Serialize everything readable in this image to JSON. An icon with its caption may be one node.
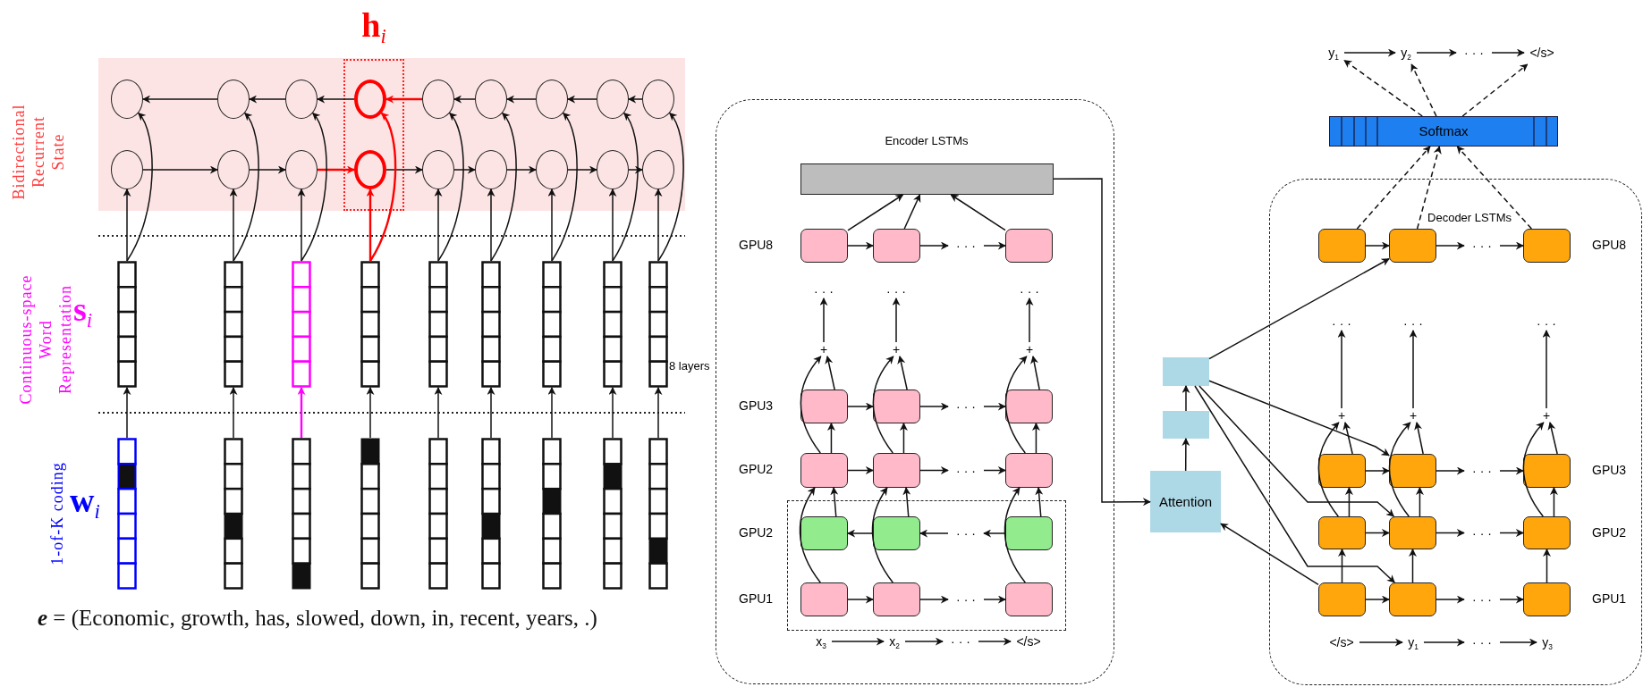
{
  "diagram": {
    "nodes": [
      {
        "text": [
          "h$_{i}$"
        ]
      },
      {
        "text": [],
        "shape": "circle"
      },
      {
        "text": [],
        "shape": "circle"
      },
      {
        "text": [],
        "shape": "circle"
      },
      {
        "text": [],
        "shape": "circle",
        "in": 0
      },
      {
        "text": [],
        "shape": "circle"
      },
      {
        "text": [],
        "shape": "circle"
      },
      {
        "text": [],
        "shape": "circle"
      },
      {
        "text": [],
        "shape": "circle"
      },
      {
        "text": [],
        "shape": "circle"
      },
      {
        "text": [],
        "shape": "circle"
      },
      {
        "text": [],
        "shape": "circle"
      },
      {
        "text": [],
        "shape": "circle"
      },
      {
        "text": [],
        "shape": "circle",
        "in": 0
      },
      {
        "text": [],
        "shape": "circle"
      },
      {
        "text": [],
        "shape": "circle"
      },
      {
        "text": [],
        "shape": "circle"
      },
      {
        "text": [],
        "shape": "circle"
      },
      {
        "text": [],
        "shape": "circle"
      },
      {
        "text": [],
        "shape": "box"
      },
      {
        "text": [],
        "shape": "box"
      },
      {
        "text": [],
        "shape": "box"
      },
      {
        "text": [],
        "shape": "box"
      },
      {
        "text": [],
        "shape": "box"
      },
      {
        "text": [],
        "shape": "box"
      },
      {
        "text": [],
        "shape": "box"
      },
      {
        "text": [],
        "shape": "box"
      },
      {
        "text": [],
        "shape": "box"
      },
      {
        "text": [],
        "shape": "box"
      },
      {
        "text": [],
        "shape": "box"
      },
      {
        "text": [],
        "shape": "box"
      },
      {
        "text": [],
        "shape": "box"
      },
      {
        "text": [],
        "shape": "box"
      },
      {
        "text": [],
        "shape": "box"
      },
      {
        "text": [],
        "shape": "box"
      },
      {
        "text": [],
        "shape": "box"
      },
      {
        "text": [],
        "shape": "box"
      },
      {
        "text": [
          "Encoder LSTMs"
        ]
      },
      {
        "text": [],
        "shape": "bar",
        "in": 37
      },
      {
        "text": [],
        "shape": "box",
        "in": 37
      },
      {
        "text": [],
        "shape": "box",
        "in": 37
      },
      {
        "text": [
          "· · ·"
        ],
        "in": 37
      },
      {
        "text": [],
        "shape": "box",
        "in": 37
      },
      {
        "text": [
          "· · ·"
        ],
        "in": 37
      },
      {
        "text": [
          "· · ·"
        ],
        "in": 37
      },
      {
        "text": [
          "· · ·"
        ],
        "in": 37
      },
      {
        "text": [
          "+"
        ],
        "in": 37
      },
      {
        "text": [
          "+"
        ],
        "in": 37
      },
      {
        "text": [
          "+"
        ],
        "in": 37
      },
      {
        "text": [],
        "shape": "box",
        "in": 37
      },
      {
        "text": [],
        "shape": "box",
        "in": 37
      },
      {
        "text": [
          "· · ·"
        ],
        "in": 37
      },
      {
        "text": [],
        "shape": "box",
        "in": 37
      },
      {
        "text": [],
        "shape": "box",
        "in": 37
      },
      {
        "text": [],
        "shape": "box",
        "in": 37
      },
      {
        "text": [
          "· · ·"
        ],
        "in": 37
      },
      {
        "text": [],
        "shape": "box",
        "in": 37
      },
      {
        "text": [],
        "shape": "box",
        "in": 37
      },
      {
        "text": [],
        "shape": "box",
        "in": 57
      },
      {
        "text": [],
        "shape": "box",
        "in": 57
      },
      {
        "text": [
          "· · ·"
        ],
        "in": 57
      },
      {
        "text": [],
        "shape": "box",
        "in": 57
      },
      {
        "text": [],
        "shape": "box",
        "in": 57
      },
      {
        "text": [],
        "shape": "box",
        "in": 57
      },
      {
        "text": [
          "· · ·"
        ],
        "in": 57
      },
      {
        "text": [],
        "shape": "box",
        "in": 57
      },
      {
        "text": [
          "x$_{3}$"
        ],
        "in": 37
      },
      {
        "text": [
          "x$_{2}$"
        ],
        "in": 37
      },
      {
        "text": [
          "· · ·"
        ],
        "in": 37
      },
      {
        "text": [
          "</s>"
        ],
        "in": 37
      },
      {
        "text": [],
        "shape": "box"
      },
      {
        "text": [],
        "shape": "box"
      },
      {
        "text": [
          "Attention"
        ]
      },
      {
        "text": [
          "y$_{1}$"
        ]
      },
      {
        "text": [
          "y$_{2}$"
        ]
      },
      {
        "text": [
          "· · ·"
        ]
      },
      {
        "text": [
          "</s>"
        ]
      },
      {
        "text": [
          "Softmax"
        ]
      },
      {
        "text": [
          "Decoder LSTMs"
        ]
      },
      {
        "text": [],
        "shape": "box",
        "in": 78
      },
      {
        "text": [],
        "shape": "box",
        "in": 78
      },
      {
        "text": [
          "· · ·"
        ],
        "in": 78
      },
      {
        "text": [],
        "shape": "box",
        "in": 78
      },
      {
        "text": [
          "· · ·"
        ],
        "in": 78
      },
      {
        "text": [
          "· · ·"
        ],
        "in": 78
      },
      {
        "text": [
          "· · ·"
        ],
        "in": 78
      },
      {
        "text": [
          "+"
        ],
        "in": 78
      },
      {
        "text": [
          "+"
        ],
        "in": 78
      },
      {
        "text": [
          "+"
        ],
        "in": 78
      },
      {
        "text": [],
        "shape": "box",
        "in": 78
      },
      {
        "text": [],
        "shape": "box",
        "in": 78
      },
      {
        "text": [
          "· · ·"
        ],
        "in": 78
      },
      {
        "text": [],
        "shape": "box",
        "in": 78
      },
      {
        "text": [],
        "shape": "box",
        "in": 78
      },
      {
        "text": [],
        "shape": "box",
        "in": 78
      },
      {
        "text": [
          "· · ·"
        ],
        "in": 78
      },
      {
        "text": [],
        "shape": "box",
        "in": 78
      },
      {
        "text": [],
        "shape": "box",
        "in": 78
      },
      {
        "text": [],
        "shape": "box",
        "in": 78
      },
      {
        "text": [
          "· · ·"
        ],
        "in": 78
      },
      {
        "text": [],
        "shape": "box",
        "in": 78
      },
      {
        "text": [
          "</s>"
        ],
        "in": 78
      },
      {
        "text": [
          "y$_{1}$"
        ],
        "in": 78
      },
      {
        "text": [
          "· · ·"
        ],
        "in": 78
      },
      {
        "text": [
          "y$_{3}$"
        ],
        "in": 78
      }
    ],
    "edges": [
      {
        "from": 2,
        "to": 1,
        "arrow": "to"
      },
      {
        "from": 3,
        "to": 2,
        "arrow": "to"
      },
      {
        "from": 4,
        "to": 3,
        "arrow": "to"
      },
      {
        "from": 5,
        "to": 4,
        "arrow": "to",
        "color": "#ff0000"
      },
      {
        "from": 6,
        "to": 5,
        "arrow": "to"
      },
      {
        "from": 7,
        "to": 6,
        "arrow": "to"
      },
      {
        "from": 8,
        "to": 7,
        "arrow": "to"
      },
      {
        "from": 9,
        "to": 8,
        "arrow": "to"
      },
      {
        "from": 10,
        "to": 11,
        "arrow": "to"
      },
      {
        "from": 11,
        "to": 12,
        "arrow": "to"
      },
      {
        "from": 12,
        "to": 13,
        "arrow": "to",
        "color": "#ff0000"
      },
      {
        "from": 13,
        "to": 14,
        "arrow": "to"
      },
      {
        "from": 14,
        "to": 15,
        "arrow": "to"
      },
      {
        "from": 15,
        "to": 16,
        "arrow": "to"
      },
      {
        "from": 16,
        "to": 17,
        "arrow": "to"
      },
      {
        "from": 17,
        "to": 18,
        "arrow": "to"
      },
      {
        "from": 19,
        "to": 10,
        "arrow": "to"
      },
      {
        "from": 20,
        "to": 11,
        "arrow": "to"
      },
      {
        "from": 21,
        "to": 12,
        "arrow": "to"
      },
      {
        "from": 22,
        "to": 13,
        "arrow": "to",
        "color": "#ff0000"
      },
      {
        "from": 23,
        "to": 14,
        "arrow": "to"
      },
      {
        "from": 24,
        "to": 15,
        "arrow": "to"
      },
      {
        "from": 25,
        "to": 16,
        "arrow": "to"
      },
      {
        "from": 26,
        "to": 17,
        "arrow": "to"
      },
      {
        "from": 27,
        "to": 18,
        "arrow": "to"
      },
      {
        "from": 19,
        "to": 1,
        "arrow": "to"
      },
      {
        "from": 20,
        "to": 2,
        "arrow": "to"
      },
      {
        "from": 21,
        "to": 3,
        "arrow": "to"
      },
      {
        "from": 22,
        "to": 4,
        "arrow": "to",
        "color": "#ff0000"
      },
      {
        "from": 23,
        "to": 5,
        "arrow": "to"
      },
      {
        "from": 24,
        "to": 6,
        "arrow": "to"
      },
      {
        "from": 25,
        "to": 7,
        "arrow": "to"
      },
      {
        "from": 26,
        "to": 8,
        "arrow": "to"
      },
      {
        "from": 27,
        "to": 9,
        "arrow": "to"
      },
      {
        "from": 28,
        "to": 19,
        "arrow": "to"
      },
      {
        "from": 29,
        "to": 20,
        "arrow": "to"
      },
      {
        "from": 30,
        "to": 21,
        "arrow": "to",
        "color": "#ff00ff"
      },
      {
        "from": 31,
        "to": 22,
        "arrow": "to"
      },
      {
        "from": 32,
        "to": 23,
        "arrow": "to"
      },
      {
        "from": 33,
        "to": 24,
        "arrow": "to"
      },
      {
        "from": 34,
        "to": 25,
        "arrow": "to"
      },
      {
        "from": 35,
        "to": 26,
        "arrow": "to"
      },
      {
        "from": 36,
        "to": 27,
        "arrow": "to"
      },
      {
        "from": 39,
        "to": 40,
        "arrow": "to"
      },
      {
        "from": 40,
        "to": 41,
        "arrow": "to"
      },
      {
        "from": 41,
        "to": 42,
        "arrow": "to"
      },
      {
        "from": 39,
        "to": 38,
        "arrow": "to"
      },
      {
        "from": 40,
        "to": 38,
        "arrow": "to"
      },
      {
        "from": 42,
        "to": 38,
        "arrow": "to"
      },
      {
        "from": 46,
        "to": 43,
        "arrow": "to"
      },
      {
        "from": 47,
        "to": 44,
        "arrow": "to"
      },
      {
        "from": 48,
        "to": 45,
        "arrow": "to"
      },
      {
        "from": 49,
        "to": 46,
        "arrow": "to"
      },
      {
        "from": 50,
        "to": 47,
        "arrow": "to"
      },
      {
        "from": 52,
        "to": 48,
        "arrow": "to"
      },
      {
        "from": 53,
        "to": 46,
        "arrow": "to"
      },
      {
        "from": 54,
        "to": 47,
        "arrow": "to"
      },
      {
        "from": 56,
        "to": 48,
        "arrow": "to"
      },
      {
        "from": 49,
        "to": 50,
        "arrow": "to"
      },
      {
        "from": 50,
        "to": 51,
        "arrow": "to"
      },
      {
        "from": 51,
        "to": 52,
        "arrow": "to"
      },
      {
        "from": 53,
        "to": 49,
        "arrow": "to"
      },
      {
        "from": 54,
        "to": 50,
        "arrow": "to"
      },
      {
        "from": 56,
        "to": 52,
        "arrow": "to"
      },
      {
        "from": 53,
        "to": 54,
        "arrow": "to"
      },
      {
        "from": 54,
        "to": 55,
        "arrow": "to"
      },
      {
        "from": 55,
        "to": 56,
        "arrow": "to"
      },
      {
        "from": 58,
        "to": 53,
        "arrow": "to"
      },
      {
        "from": 59,
        "to": 54,
        "arrow": "to"
      },
      {
        "from": 61,
        "to": 56,
        "arrow": "to"
      },
      {
        "from": 62,
        "to": 53,
        "arrow": "to"
      },
      {
        "from": 63,
        "to": 54,
        "arrow": "to"
      },
      {
        "from": 65,
        "to": 56,
        "arrow": "to"
      },
      {
        "from": 59,
        "to": 58,
        "arrow": "to"
      },
      {
        "from": 60,
        "to": 59,
        "arrow": "to"
      },
      {
        "from": 61,
        "to": 60,
        "arrow": "to"
      },
      {
        "from": 62,
        "to": 63,
        "arrow": "to"
      },
      {
        "from": 63,
        "to": 64,
        "arrow": "to"
      },
      {
        "from": 64,
        "to": 65,
        "arrow": "to"
      },
      {
        "from": 66,
        "to": 67,
        "arrow": "to"
      },
      {
        "from": 67,
        "to": 68,
        "arrow": "to"
      },
      {
        "from": 68,
        "to": 69,
        "arrow": "to"
      },
      {
        "from": 38,
        "to": 72,
        "arrow": "to"
      },
      {
        "from": 72,
        "to": 71,
        "arrow": "to"
      },
      {
        "from": 71,
        "to": 70,
        "arrow": "to"
      },
      {
        "from": 70,
        "to": 80,
        "arrow": "to"
      },
      {
        "from": 70,
        "to": 90,
        "arrow": "to"
      },
      {
        "from": 70,
        "to": 94,
        "arrow": "to"
      },
      {
        "from": 70,
        "to": 98,
        "arrow": "to"
      },
      {
        "from": 97,
        "to": 72,
        "arrow": "to"
      },
      {
        "from": 77,
        "to": 73,
        "arrow": "to",
        "style": "dashed"
      },
      {
        "from": 77,
        "to": 74,
        "arrow": "to",
        "style": "dashed"
      },
      {
        "from": 77,
        "to": 76,
        "arrow": "to",
        "style": "dashed"
      },
      {
        "from": 73,
        "to": 74,
        "arrow": "to"
      },
      {
        "from": 74,
        "to": 75,
        "arrow": "to"
      },
      {
        "from": 75,
        "to": 76,
        "arrow": "to"
      },
      {
        "from": 79,
        "to": 77,
        "arrow": "to",
        "style": "dashed"
      },
      {
        "from": 80,
        "to": 77,
        "arrow": "to",
        "style": "dashed"
      },
      {
        "from": 82,
        "to": 77,
        "arrow": "to",
        "style": "dashed"
      },
      {
        "from": 79,
        "to": 80,
        "arrow": "to"
      },
      {
        "from": 80,
        "to": 81,
        "arrow": "to"
      },
      {
        "from": 81,
        "to": 82,
        "arrow": "to"
      },
      {
        "from": 86,
        "to": 83,
        "arrow": "to"
      },
      {
        "from": 87,
        "to": 84,
        "arrow": "to"
      },
      {
        "from": 88,
        "to": 85,
        "arrow": "to"
      },
      {
        "from": 89,
        "to": 86,
        "arrow": "to"
      },
      {
        "from": 90,
        "to": 87,
        "arrow": "to"
      },
      {
        "from": 92,
        "to": 88,
        "arrow": "to"
      },
      {
        "from": 93,
        "to": 86,
        "arrow": "to"
      },
      {
        "from": 94,
        "to": 87,
        "arrow": "to"
      },
      {
        "from": 96,
        "to": 88,
        "arrow": "to"
      },
      {
        "from": 89,
        "to": 90,
        "arrow": "to"
      },
      {
        "from": 90,
        "to": 91,
        "arrow": "to"
      },
      {
        "from": 91,
        "to": 92,
        "arrow": "to"
      },
      {
        "from": 93,
        "to": 89,
        "arrow": "to"
      },
      {
        "from": 94,
        "to": 90,
        "arrow": "to"
      },
      {
        "from": 96,
        "to": 92,
        "arrow": "to"
      },
      {
        "from": 93,
        "to": 94,
        "arrow": "to"
      },
      {
        "from": 94,
        "to": 95,
        "arrow": "to"
      },
      {
        "from": 95,
        "to": 96,
        "arrow": "to"
      },
      {
        "from": 97,
        "to": 93,
        "arrow": "to"
      },
      {
        "from": 98,
        "to": 94,
        "arrow": "to"
      },
      {
        "from": 100,
        "to": 96,
        "arrow": "to"
      },
      {
        "from": 97,
        "to": 98,
        "arrow": "to"
      },
      {
        "from": 98,
        "to": 99,
        "arrow": "to"
      },
      {
        "from": 99,
        "to": 100,
        "arrow": "to"
      },
      {
        "from": 101,
        "to": 102,
        "arrow": "to"
      },
      {
        "from": 102,
        "to": 103,
        "arrow": "to"
      },
      {
        "from": 103,
        "to": 104,
        "arrow": "to"
      }
    ],
    "labels": [
      "Bidirectional Recurrent State",
      "Continuous-space Word Representation",
      "s$_{i}$",
      "1-of-K coding",
      "w$_{i}$",
      "**e** = (Economic, growth, has, slowed, down, in, recent, years, .)",
      "GPU8",
      "8 layers",
      "GPU3",
      "GPU2",
      "GPU2",
      "GPU1",
      "GPU8",
      "GPU3",
      "GPU2",
      "GPU1"
    ]
  }
}
